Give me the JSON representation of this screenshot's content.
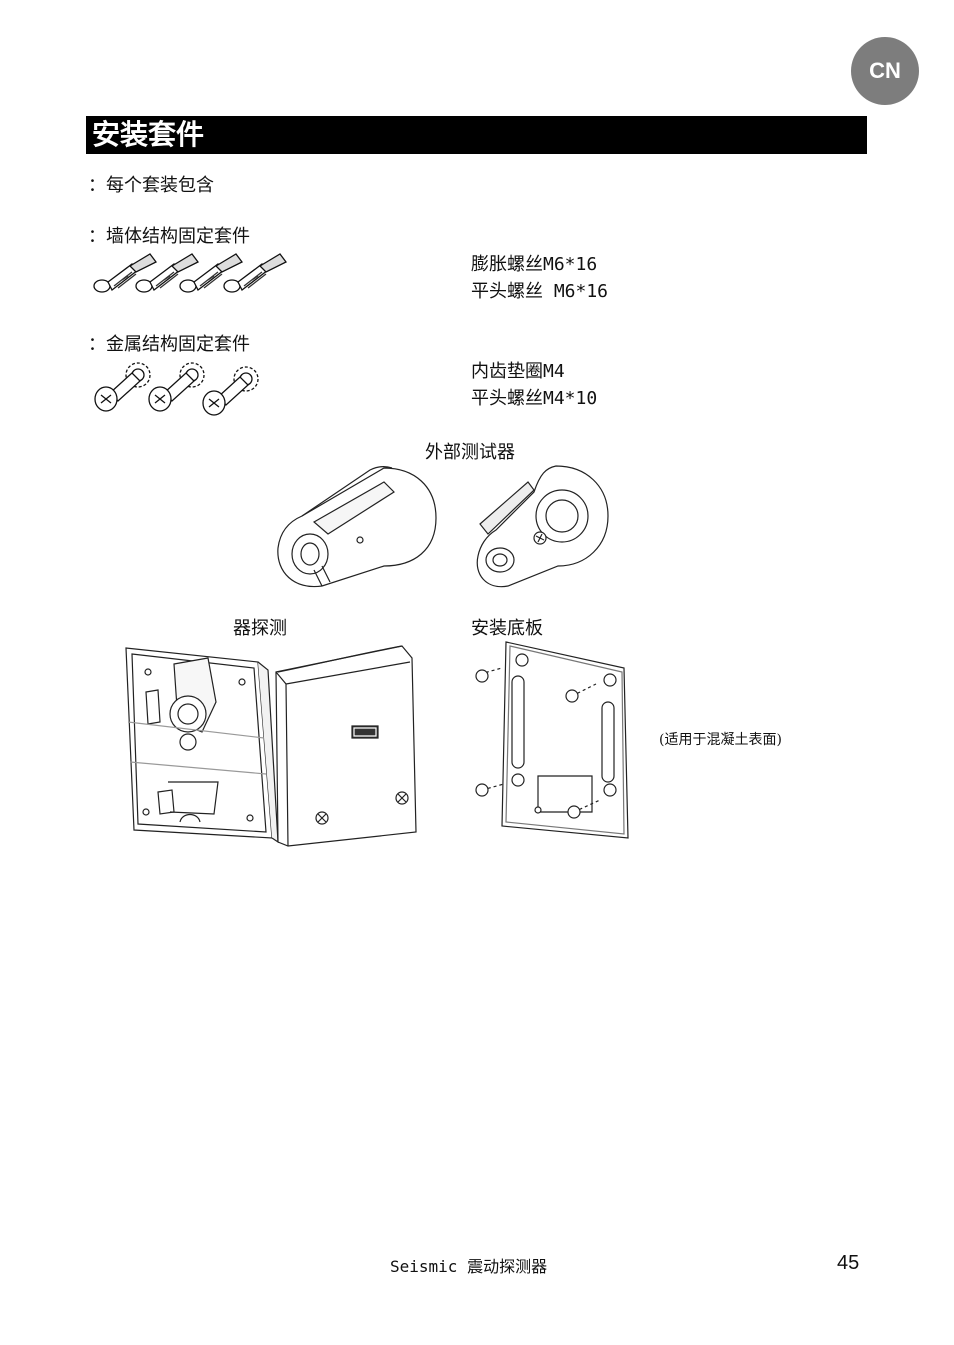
{
  "badge": "CN",
  "title": "安装套件",
  "intro": "：每个套装包含",
  "wall_kit": {
    "heading": "：墙体结构固定套件",
    "item1": "膨胀螺丝M6*16",
    "item2": "平头螺丝 M6*16"
  },
  "metal_kit": {
    "heading": "：金属结构固定套件",
    "item1": "内齿垫圈M4",
    "item2": "平头螺丝M4*10"
  },
  "tester_label": "外部测试器",
  "detector_label": "器探测",
  "plate_label": "安装底板",
  "plate_note": "(适用于混凝土表面)",
  "footer": "Seismic 震动探测器",
  "page_number": "45"
}
